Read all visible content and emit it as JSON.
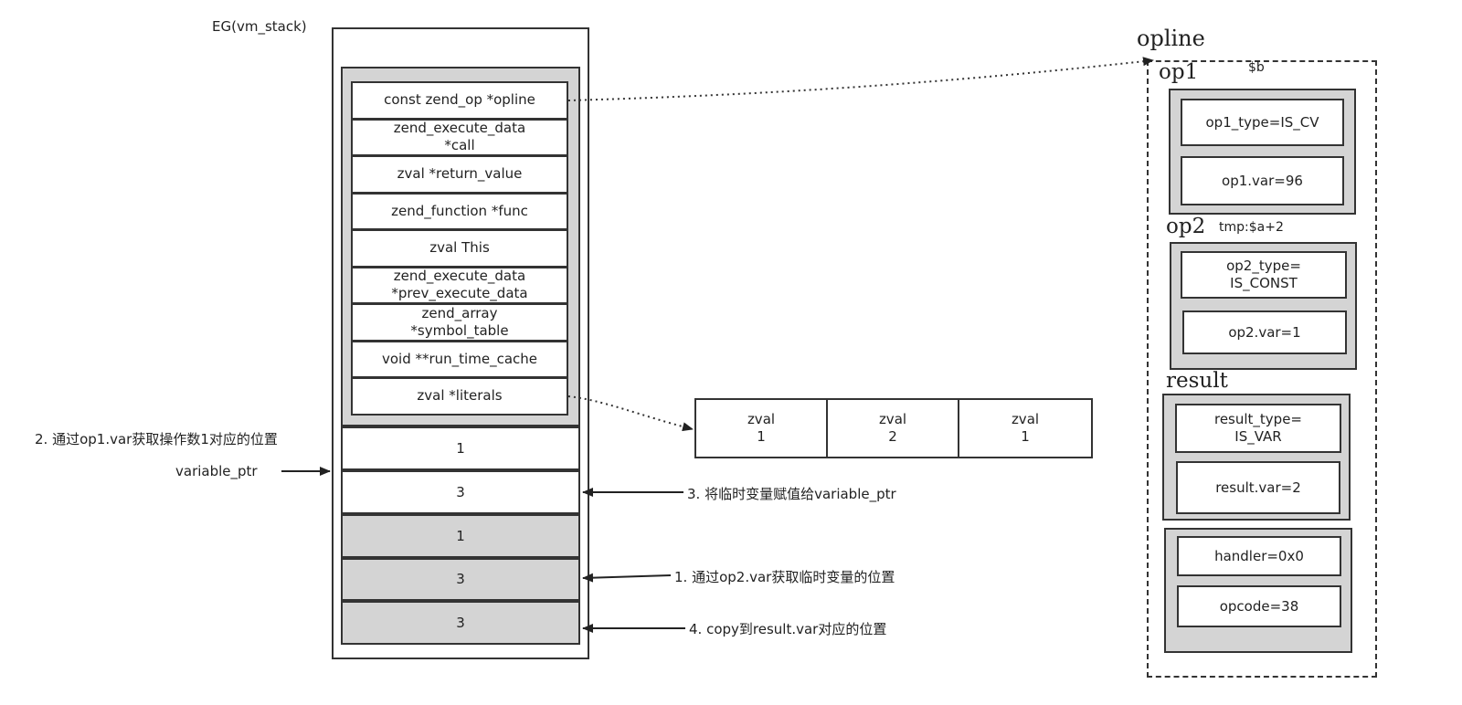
{
  "stack": {
    "title": "EG(vm_stack)",
    "frame_fields": [
      "const zend_op *opline",
      "zend_execute_data\n*call",
      "zval  *return_value",
      "zend_function *func",
      "zval  This",
      "zend_execute_data\n*prev_execute_data",
      "zend_array\n*symbol_table",
      "void **run_time_cache",
      "zval  *literals"
    ],
    "slots": [
      "1",
      "3",
      "1",
      "3",
      "3"
    ]
  },
  "literals": [
    {
      "type": "zval",
      "value": "1"
    },
    {
      "type": "zval",
      "value": "2"
    },
    {
      "type": "zval",
      "value": "1"
    }
  ],
  "annotations": {
    "step2": "2. 通过op1.var获取操作数1对应的位置",
    "variable_ptr": "variable_ptr",
    "step3": "3. 将临时变量赋值给variable_ptr",
    "step1": "1. 通过op2.var获取临时变量的位置",
    "step4": "4. copy到result.var对应的位置"
  },
  "opline": {
    "title": "opline",
    "op1": {
      "label": "op1",
      "note": "$b",
      "type": "op1_type=IS_CV",
      "var": "op1.var=96"
    },
    "op2": {
      "label": "op2",
      "note": "tmp:$a+2",
      "type": "op2_type=\nIS_CONST",
      "var": "op2.var=1"
    },
    "result": {
      "label": "result",
      "type": "result_type=\nIS_VAR",
      "var": "result.var=2"
    },
    "handler": "handler=0x0",
    "opcode": "opcode=38"
  }
}
